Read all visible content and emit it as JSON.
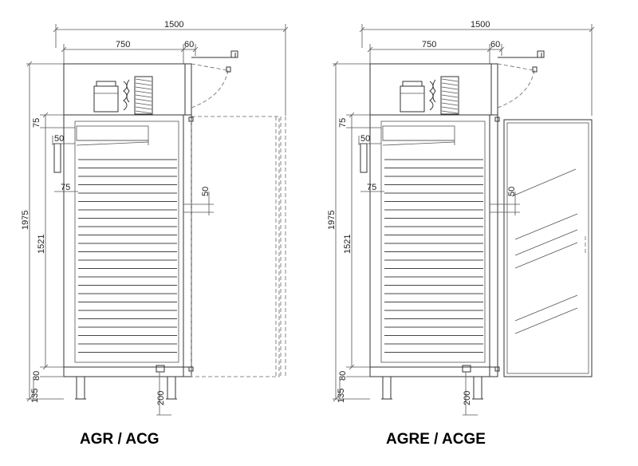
{
  "drawings": [
    {
      "id": "agr-acg",
      "title": "AGR / ACG",
      "glass_door": false,
      "dimensions": {
        "total_width": "1500",
        "body_width": "750",
        "hinge_offset": "60",
        "total_height": "1975",
        "inner_height": "1521",
        "top_offset": "75",
        "shelf_offset": "75",
        "handle_offset": "50",
        "handle_height": "50",
        "base_offset": "80",
        "foot_height": "135",
        "door_clearance": "200"
      }
    },
    {
      "id": "agre-acge",
      "title": "AGRE / ACGE",
      "glass_door": true,
      "dimensions": {
        "total_width": "1500",
        "body_width": "750",
        "hinge_offset": "60",
        "total_height": "1975",
        "inner_height": "1521",
        "top_offset": "75",
        "shelf_offset": "75",
        "handle_offset": "50",
        "handle_height": "50",
        "base_offset": "80",
        "foot_height": "135",
        "door_clearance": "200"
      }
    }
  ],
  "colors": {
    "line": "#333333",
    "text": "#222222",
    "background": "#ffffff"
  }
}
